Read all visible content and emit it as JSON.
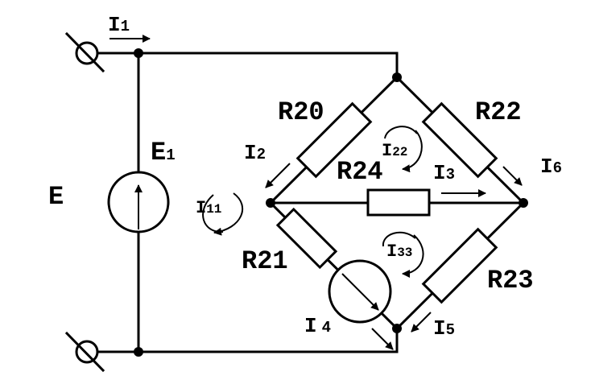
{
  "labels": {
    "E": "E",
    "E1": "E",
    "E1_sub": "1",
    "I1": "I",
    "I1_sub": "1",
    "I2": "I",
    "I2_sub": "2",
    "I3": "I",
    "I3_sub": "3",
    "I4": "I",
    "I4_sub": "4",
    "I5": "I",
    "I5_sub": "5",
    "I6": "I",
    "I6_sub": "6",
    "I11": "I",
    "I11_sub": "11",
    "I22": "I",
    "I22_sub": "22",
    "I33": "I",
    "I33_sub": "33",
    "R20": "R20",
    "R21": "R21",
    "R22": "R22",
    "R23": "R23",
    "R24": "R24"
  }
}
